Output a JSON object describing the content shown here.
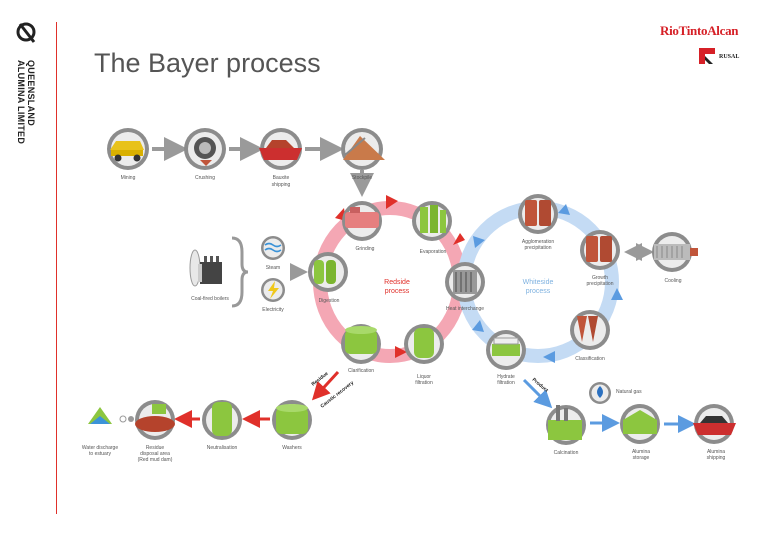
{
  "page": {
    "title": "The Bayer process",
    "org_vertical": "QUEENSLAND ALUMINA LIMITED",
    "brand_riotinto": "RioTintoAlcan",
    "brand_rusal": "RUSAL"
  },
  "cycles": {
    "redside": [
      "Redside",
      "process"
    ],
    "whiteside": [
      "Whiteside",
      "process"
    ]
  },
  "labels": {
    "mining": "Mining",
    "crushing": "Crushing",
    "bauxite_shipping": [
      "Bauxite",
      "shipping"
    ],
    "stockpile": "Stockpile",
    "grinding": "Grinding",
    "evaporation": "Evaporation",
    "steam": "Steam",
    "electricity": "Electricity",
    "coal_fired_boilers": "Coal-fired boilers",
    "digestion": "Digestion",
    "clarification": "Clarification",
    "liquor_filtration": [
      "Liquor",
      "filtration"
    ],
    "heat_interchange": "Heat interchange",
    "agglomeration_precipitation": [
      "Agglomeration",
      "precipitation"
    ],
    "growth_precipitation": [
      "Growth",
      "precipitation"
    ],
    "cooling": "Cooling",
    "classification": "Classification",
    "hydrate_filtration": [
      "Hydrate",
      "filtration"
    ],
    "natural_gas": "Natural gas",
    "calcination": "Calcination",
    "alumina_storage": [
      "Alumina",
      "storage"
    ],
    "alumina_shipping": [
      "Alumina",
      "shipping"
    ],
    "washers": "Washers",
    "neutralisation": "Neutralisation",
    "residue_disposal": [
      "Residue",
      "disposal area",
      "(Red mud dam)"
    ],
    "water_discharge": [
      "Water discharge",
      "to estuary"
    ],
    "residue_tag": "Residue",
    "caustic_recovery_tag": "Caustic recovery",
    "product_tag": "Product"
  },
  "colors": {
    "red_loop": "#f4a7b4",
    "blue_loop": "#b9d4f2",
    "red_arrow": "#e0302a",
    "blue_arrow": "#5b9be0",
    "node_gray": "#9a9a9a",
    "green": "#8cc63f",
    "rule_red": "#e0302a"
  }
}
